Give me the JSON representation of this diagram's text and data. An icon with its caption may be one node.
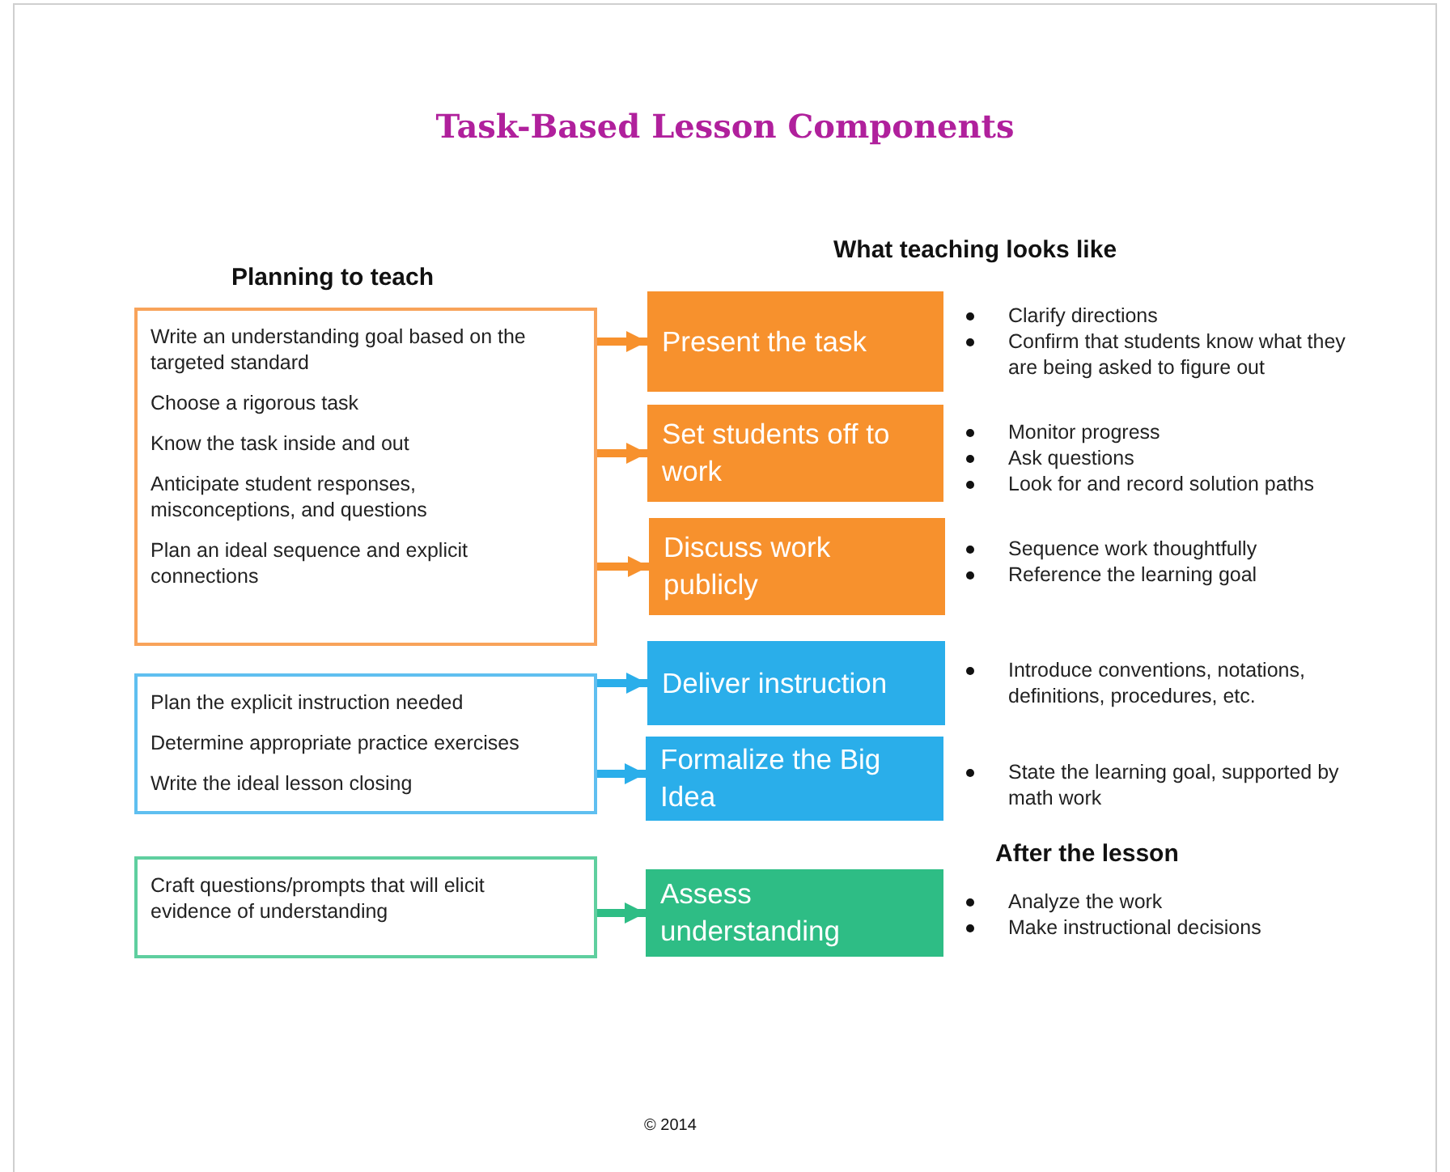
{
  "diagram": {
    "title": "Task-Based Lesson Components",
    "nodes": [
      {
        "text": [
          "Write an understanding goal based on the targeted standard",
          "Choose a rigorous task",
          "Know the task inside and out",
          "Anticipate student responses, misconceptions, and questions",
          "Plan an ideal sequence and explicit connections"
        ]
      },
      {
        "text": [
          "Present the task"
        ],
        "beside": [
          "Clarify directions",
          "Confirm that students know what they are being asked to figure out"
        ]
      },
      {
        "text": [
          "Set students off to work"
        ],
        "beside": [
          "Monitor progress",
          "Ask questions",
          "Look for and record solution paths"
        ]
      },
      {
        "text": [
          "Discuss work publicly"
        ],
        "beside": [
          "Sequence work thoughtfully",
          "Reference the learning goal"
        ]
      },
      {
        "text": [
          "Plan the explicit instruction needed",
          "Determine appropriate practice exercises",
          "Write the ideal lesson closing"
        ]
      },
      {
        "text": [
          "Deliver instruction"
        ],
        "beside": [
          "Introduce conventions, notations, definitions, procedures, etc."
        ]
      },
      {
        "text": [
          "Formalize the Big Idea"
        ],
        "beside": [
          "State the learning goal, supported by math work"
        ]
      },
      {
        "text": [
          "Craft questions/prompts that will elicit evidence of understanding"
        ]
      },
      {
        "text": [
          "Assess understanding"
        ],
        "beside": [
          "Analyze the work",
          "Make instructional decisions"
        ]
      }
    ],
    "edges": [
      {
        "from": 0,
        "to": 1,
        "arrow": "to"
      },
      {
        "from": 0,
        "to": 2,
        "arrow": "to"
      },
      {
        "from": 0,
        "to": 3,
        "arrow": "to"
      },
      {
        "from": 4,
        "to": 5,
        "arrow": "to",
        "color": "#2aaeea"
      },
      {
        "from": 4,
        "to": 6,
        "arrow": "to",
        "color": "#2aaeea"
      },
      {
        "from": 7,
        "to": 8,
        "arrow": "to",
        "color": "#2ebd85"
      }
    ],
    "labels": [
      "Planning to teach",
      "What teaching looks like",
      "After the lesson",
      "© 2014"
    ]
  }
}
